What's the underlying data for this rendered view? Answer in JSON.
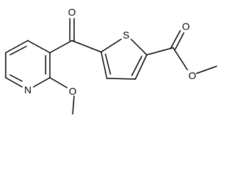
{
  "molecule": {
    "atoms": {
      "carbonyl_oxygen": "O",
      "thiophene_sulfur": "S",
      "pyridine_nitrogen": "N",
      "methoxy_oxygen": "O",
      "ester_carbonyl_oxygen": "O",
      "ester_ether_oxygen": "O"
    }
  },
  "colors": {
    "bond": "#000000",
    "label": "#000000",
    "background": "#ffffff"
  }
}
